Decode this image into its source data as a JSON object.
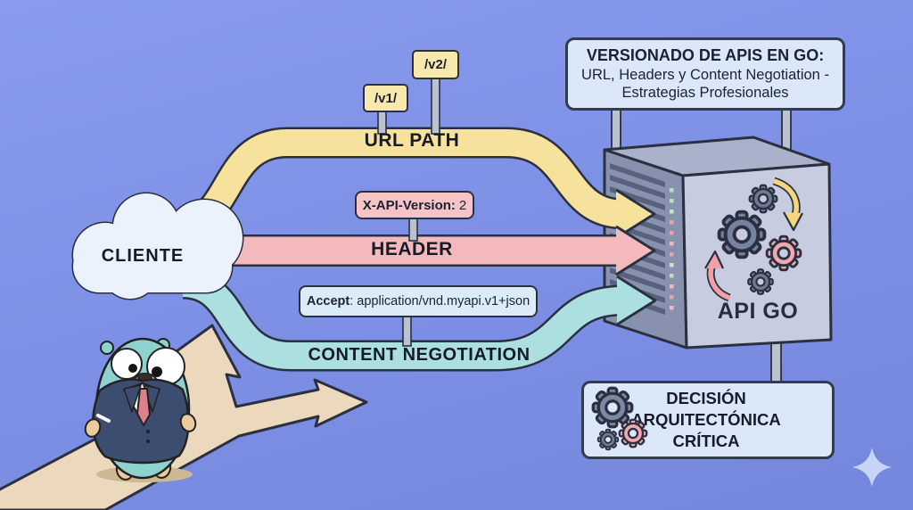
{
  "title_box": {
    "line1": "VERSIONADO DE APIS EN GO:",
    "line2": "URL, Headers y Content Negotiation -",
    "line3": "Estrategias Profesionales"
  },
  "client": {
    "label": "CLIENTE"
  },
  "strategies": {
    "url_path": {
      "label": "URL PATH",
      "chip_v1": "/v1/",
      "chip_v2": "/v2/",
      "band_color": "#f6e29c"
    },
    "header": {
      "label": "HEADER",
      "chip_key": "X-API-Version:",
      "chip_value": "2",
      "band_color": "#f4b9bc"
    },
    "content_negotiation": {
      "label": "CONTENT NEGOTIATION",
      "chip_key": "Accept",
      "chip_value": ": application/vnd.myapi.v1+json",
      "band_color": "#abdfe0"
    }
  },
  "server": {
    "label": "API GO"
  },
  "decision_box": {
    "line1": "DECISIÓN",
    "line2": "ARQUITECTÓNICA",
    "line3": "CRÍTICA"
  },
  "icons": {
    "cloud": "client cloud shape",
    "server": "3d server rack tower",
    "gear": "⚙",
    "sparkle": "✦",
    "gopher": "Go gopher mascot in business suit",
    "fork_road": "forked road arrow (two directions)"
  },
  "colors": {
    "background": "#7e91e6",
    "band_yellow": "#f6e29c",
    "band_pink": "#f4b9bc",
    "band_teal": "#abdfe0",
    "chip_yellow": "#f8e8ab",
    "chip_pink": "#f6c3c7",
    "chip_blue": "#daecf7",
    "panel_blue": "#dbe8fa",
    "outline_dark": "#2b3040",
    "server_front": "#c7cce0",
    "server_side": "#8891ae",
    "server_top": "#a9b2ca",
    "path_tan": "#ecd9bd",
    "gopher_teal": "#8ed1cf",
    "suit_navy": "#3d4d70"
  }
}
